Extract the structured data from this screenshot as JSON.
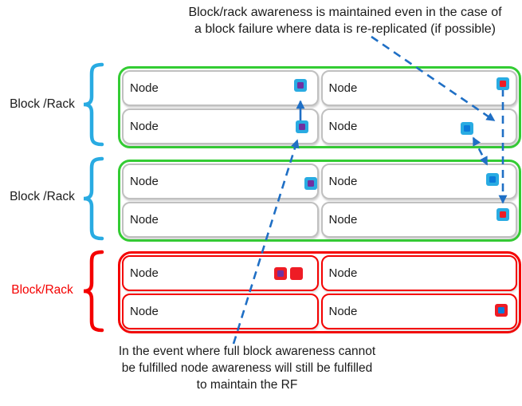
{
  "colors": {
    "green": "#33cc33",
    "red": "#f40000",
    "red_fill": "#ee1c25",
    "cyan": "#29abe2",
    "purple": "#7030a0",
    "blue": "#0b7bda",
    "arrow": "#1f6fc5",
    "gray": "#c0c0c0",
    "text": "#1b1b1b"
  },
  "annotations": {
    "top": {
      "line1": "Block/rack awareness is maintained even in the case of",
      "line2": "a block failure where data is re-replicated (if possible)"
    },
    "bottom": {
      "line1": "In the event where full block awareness cannot",
      "line2": "be fulfilled node awareness will still be fulfilled",
      "line3": "to maintain the RF"
    }
  },
  "blocks": [
    {
      "label": "Block /Rack",
      "status": "healthy",
      "nodes": [
        {
          "label": "Node",
          "replicas": [
            "purple-in-cyan"
          ]
        },
        {
          "label": "Node",
          "replicas": [
            "red-in-cyan"
          ]
        },
        {
          "label": "Node",
          "replicas": [
            "purple-in-cyan"
          ]
        },
        {
          "label": "Node",
          "replicas": [
            "blue-in-cyan"
          ]
        }
      ]
    },
    {
      "label": "Block /Rack",
      "status": "healthy",
      "nodes": [
        {
          "label": "Node",
          "replicas": [
            "purple-in-cyan"
          ]
        },
        {
          "label": "Node",
          "replicas": [
            "blue-in-cyan"
          ]
        },
        {
          "label": "Node",
          "replicas": []
        },
        {
          "label": "Node",
          "replicas": [
            "red-in-cyan"
          ]
        }
      ]
    },
    {
      "label": "Block/Rack",
      "status": "failed",
      "nodes": [
        {
          "label": "Node",
          "replicas": [
            "purple-in-red",
            "red-solid"
          ]
        },
        {
          "label": "Node",
          "replicas": []
        },
        {
          "label": "Node",
          "replicas": []
        },
        {
          "label": "Node",
          "replicas": [
            "blue-in-red"
          ]
        }
      ]
    }
  ]
}
